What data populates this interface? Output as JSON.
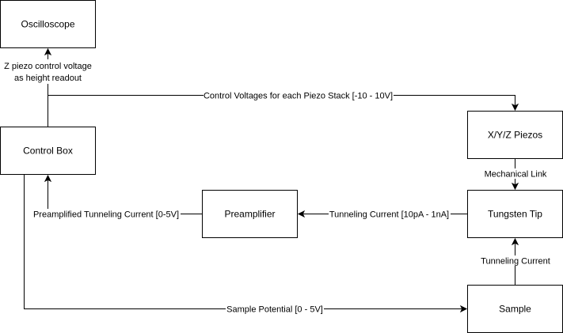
{
  "nodes": {
    "oscilloscope": "Oscilloscope",
    "control_box": "Control Box",
    "xyz_piezos": "X/Y/Z Piezos",
    "preamplifier": "Preamplifier",
    "tungsten_tip": "Tungsten Tip",
    "sample": "Sample"
  },
  "edges": {
    "z_readout_line1": "Z piezo control voltage",
    "z_readout_line2": "as height readout",
    "control_voltages": "Control Voltages for each Piezo Stack [-10 - 10V]",
    "mechanical_link": "Mechanical Link",
    "tunneling_current_range": "Tunneling Current [10pA - 1nA]",
    "preamplified_current": "Preamplified Tunneling Current [0-5V]",
    "tunneling_current": "Tunneling Current",
    "sample_potential": "Sample Potential [0 - 5V]"
  }
}
